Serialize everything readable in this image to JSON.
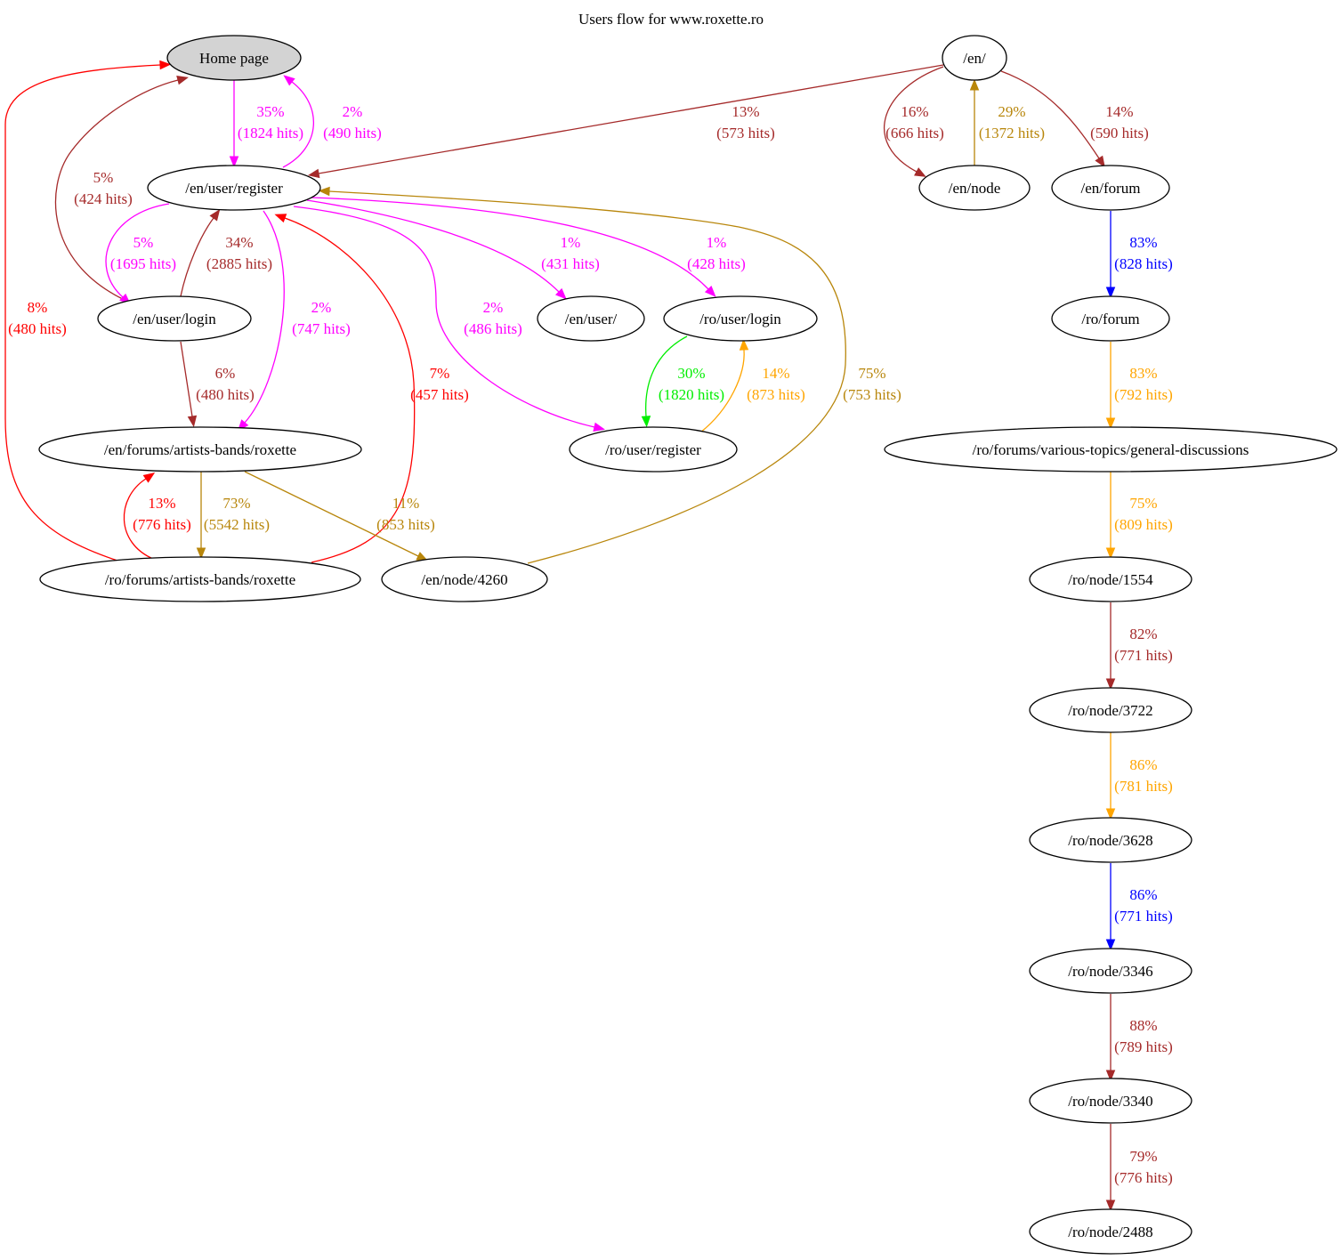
{
  "title": "Users flow for www.roxette.ro",
  "nodes": {
    "home": "Home page",
    "en": "/en/",
    "en_user_register": "/en/user/register",
    "en_node": "/en/node",
    "en_forum": "/en/forum",
    "en_user_login": "/en/user/login",
    "en_user": "/en/user/",
    "ro_user_login": "/ro/user/login",
    "ro_forum": "/ro/forum",
    "en_forums_roxette": "/en/forums/artists-bands/roxette",
    "ro_user_register": "/ro/user/register",
    "ro_general": "/ro/forums/various-topics/general-discussions",
    "ro_forums_roxette": "/ro/forums/artists-bands/roxette",
    "en_node_4260": "/en/node/4260",
    "ro_node_1554": "/ro/node/1554",
    "ro_node_3722": "/ro/node/3722",
    "ro_node_3628": "/ro/node/3628",
    "ro_node_3346": "/ro/node/3346",
    "ro_node_3340": "/ro/node/3340",
    "ro_node_2488": "/ro/node/2488"
  },
  "colors": {
    "magenta": "#ff00ff",
    "brown": "#a52a2a",
    "goldenrod": "#b8860b",
    "red": "#ff0000",
    "orange": "#ffa500",
    "green": "#00ee00",
    "blue": "#0000ff",
    "home_fill": "#d3d3d3"
  },
  "edges": [
    {
      "id": "e1",
      "from": "home",
      "to": "en_user_register",
      "pct": "35%",
      "hits": "(1824 hits)",
      "color": "magenta"
    },
    {
      "id": "e2",
      "from": "en_user_register",
      "to": "home",
      "pct": "2%",
      "hits": "(490 hits)",
      "color": "magenta"
    },
    {
      "id": "e3",
      "from": "en_user_login",
      "to": "home",
      "pct": "5%",
      "hits": "(424 hits)",
      "color": "brown"
    },
    {
      "id": "e4",
      "from": "ro_forums_roxette",
      "to": "home",
      "pct": "8%",
      "hits": "(480 hits)",
      "color": "red"
    },
    {
      "id": "e5",
      "from": "en",
      "to": "en_user_register",
      "pct": "13%",
      "hits": "(573 hits)",
      "color": "brown"
    },
    {
      "id": "e6",
      "from": "en",
      "to": "en_node",
      "pct": "16%",
      "hits": "(666 hits)",
      "color": "brown"
    },
    {
      "id": "e7",
      "from": "en_node",
      "to": "en",
      "pct": "29%",
      "hits": "(1372 hits)",
      "color": "goldenrod"
    },
    {
      "id": "e8",
      "from": "en",
      "to": "en_forum",
      "pct": "14%",
      "hits": "(590 hits)",
      "color": "brown"
    },
    {
      "id": "e9",
      "from": "en_user_register",
      "to": "en_user_login",
      "pct": "5%",
      "hits": "(1695 hits)",
      "color": "magenta"
    },
    {
      "id": "e10",
      "from": "en_user_login",
      "to": "en_user_register",
      "pct": "34%",
      "hits": "(2885 hits)",
      "color": "brown"
    },
    {
      "id": "e11",
      "from": "en_user_register",
      "to": "en_user",
      "pct": "1%",
      "hits": "(431 hits)",
      "color": "magenta"
    },
    {
      "id": "e12",
      "from": "en_user_register",
      "to": "ro_user_login",
      "pct": "1%",
      "hits": "(428 hits)",
      "color": "magenta"
    },
    {
      "id": "e13",
      "from": "en_forum",
      "to": "ro_forum",
      "pct": "83%",
      "hits": "(828 hits)",
      "color": "blue"
    },
    {
      "id": "e14",
      "from": "en_user_register",
      "to": "en_forums_roxette",
      "pct": "2%",
      "hits": "(747 hits)",
      "color": "magenta"
    },
    {
      "id": "e15",
      "from": "en_user_register",
      "to": "ro_user_register",
      "pct": "2%",
      "hits": "(486 hits)",
      "color": "magenta"
    },
    {
      "id": "e16",
      "from": "en_user_login",
      "to": "en_forums_roxette",
      "pct": "6%",
      "hits": "(480 hits)",
      "color": "brown"
    },
    {
      "id": "e17",
      "from": "ro_forums_roxette",
      "to": "en_user_register",
      "pct": "7%",
      "hits": "(457 hits)",
      "color": "red"
    },
    {
      "id": "e18",
      "from": "ro_user_login",
      "to": "ro_user_register",
      "pct": "30%",
      "hits": "(1820 hits)",
      "color": "green"
    },
    {
      "id": "e19",
      "from": "ro_user_register",
      "to": "ro_user_login",
      "pct": "14%",
      "hits": "(873 hits)",
      "color": "orange"
    },
    {
      "id": "e20",
      "from": "en_node_4260",
      "to": "en_user_register",
      "pct": "75%",
      "hits": "(753 hits)",
      "color": "goldenrod"
    },
    {
      "id": "e21",
      "from": "ro_forum",
      "to": "ro_general",
      "pct": "83%",
      "hits": "(792 hits)",
      "color": "orange"
    },
    {
      "id": "e22",
      "from": "ro_forums_roxette",
      "to": "en_forums_roxette",
      "pct": "13%",
      "hits": "(776 hits)",
      "color": "red"
    },
    {
      "id": "e23",
      "from": "en_forums_roxette",
      "to": "ro_forums_roxette",
      "pct": "73%",
      "hits": "(5542 hits)",
      "color": "goldenrod"
    },
    {
      "id": "e24",
      "from": "en_forums_roxette",
      "to": "en_node_4260",
      "pct": "11%",
      "hits": "(853 hits)",
      "color": "goldenrod"
    },
    {
      "id": "e25",
      "from": "ro_general",
      "to": "ro_node_1554",
      "pct": "75%",
      "hits": "(809 hits)",
      "color": "orange"
    },
    {
      "id": "e26",
      "from": "ro_node_1554",
      "to": "ro_node_3722",
      "pct": "82%",
      "hits": "(771 hits)",
      "color": "brown"
    },
    {
      "id": "e27",
      "from": "ro_node_3722",
      "to": "ro_node_3628",
      "pct": "86%",
      "hits": "(781 hits)",
      "color": "orange"
    },
    {
      "id": "e28",
      "from": "ro_node_3628",
      "to": "ro_node_3346",
      "pct": "86%",
      "hits": "(771 hits)",
      "color": "blue"
    },
    {
      "id": "e29",
      "from": "ro_node_3346",
      "to": "ro_node_3340",
      "pct": "88%",
      "hits": "(789 hits)",
      "color": "brown"
    },
    {
      "id": "e30",
      "from": "ro_node_3340",
      "to": "ro_node_2488",
      "pct": "79%",
      "hits": "(776 hits)",
      "color": "brown"
    }
  ]
}
